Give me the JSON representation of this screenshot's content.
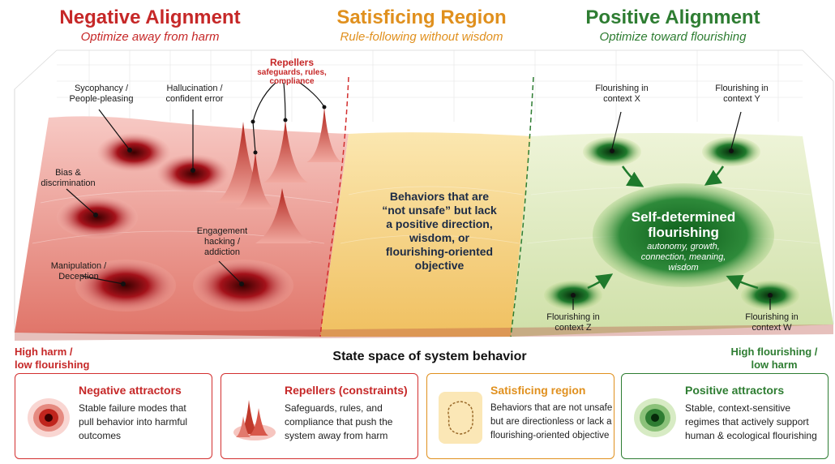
{
  "headers": {
    "negative": {
      "title": "Negative Alignment",
      "subtitle": "Optimize away from harm"
    },
    "satisficing": {
      "title": "Satisficing Region",
      "subtitle": "Rule-following without wisdom"
    },
    "positive": {
      "title": "Positive Alignment",
      "subtitle": "Optimize toward flourishing"
    }
  },
  "landscape": {
    "repellers": {
      "title": "Repellers",
      "subtitle": "safeguards, rules,\ncompliance"
    },
    "sycophancy": "Sycophancy /\nPeople-pleasing",
    "hallucination": "Hallucination /\nconfident error",
    "bias": "Bias &\ndiscrimination",
    "engagement": "Engagement\nhacking /\naddiction",
    "manipulation": "Manipulation /\nDeception",
    "satisficing_text": "Behaviors that are\n“not unsafe” but lack\na positive direction,\nwisdom, or\nflourishing-oriented\nobjective",
    "context_x": "Flourishing in\ncontext X",
    "context_y": "Flourishing in\ncontext Y",
    "context_z": "Flourishing in\ncontext Z",
    "context_w": "Flourishing in\ncontext W",
    "self_determined": {
      "title": "Self-determined\nflourishing",
      "subtitle": "autonomy, growth,\nconnection, meaning,\nwisdom"
    }
  },
  "axis": {
    "label": "State space of system behavior",
    "left": "High harm /\nlow flourishing",
    "right": "High flourishing /\nlow harm"
  },
  "legend": [
    {
      "title": "Negative attractors",
      "description": "Stable failure modes that\npull behavior into harmful\noutcomes"
    },
    {
      "title": "Repellers (constraints)",
      "description": "Safeguards, rules, and\ncompliance that push the\nsystem away from harm"
    },
    {
      "title": "Satisficing region",
      "description": "Behaviors that are not unsafe\nbut are directionless or lack a\nflourishing-oriented objective"
    },
    {
      "title": "Positive attractors",
      "description": "Stable, context-sensitive\nregimes that actively support\nhuman & ecological flourishing"
    }
  ],
  "colors": {
    "negative": "#c62828",
    "satisficing": "#e0901e",
    "positive": "#2e7d32"
  }
}
